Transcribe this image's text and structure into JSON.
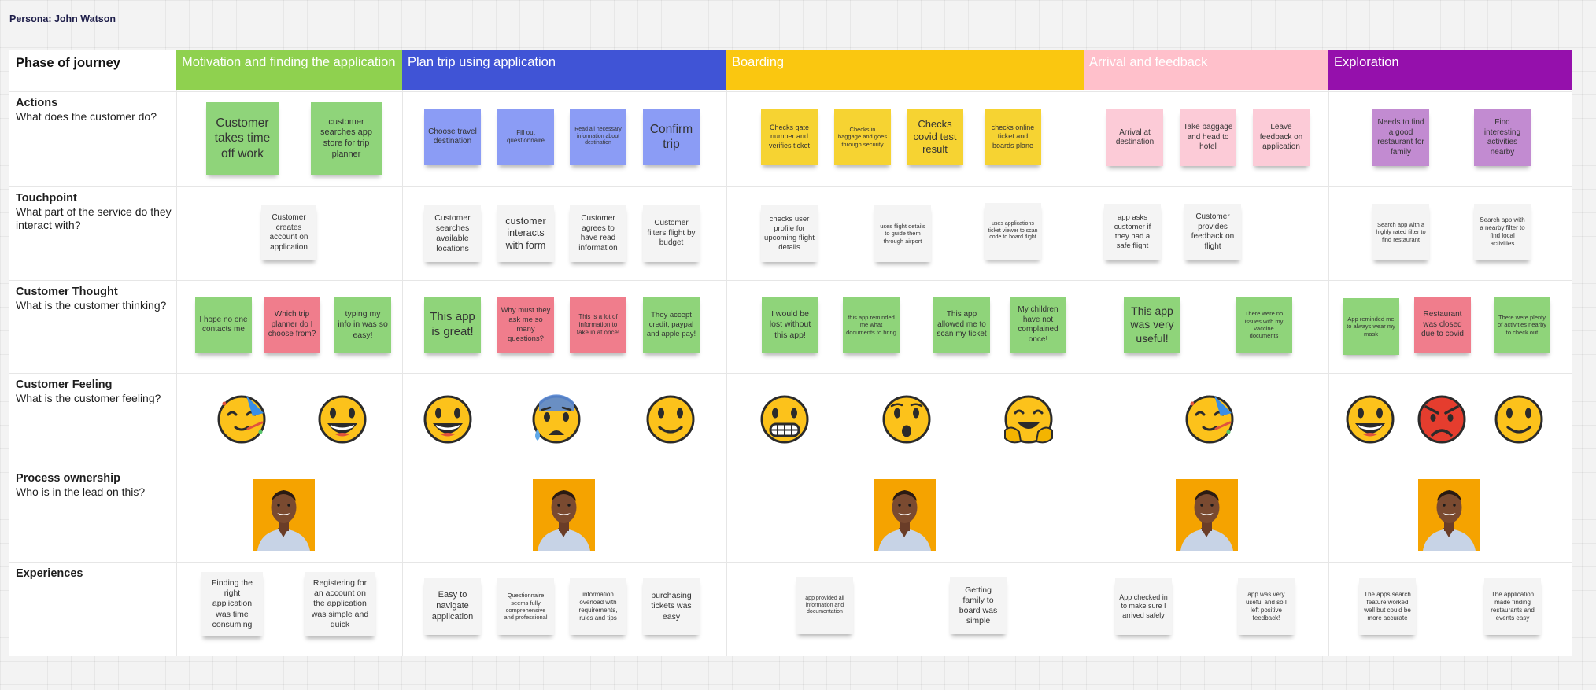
{
  "persona": "Persona: John Watson",
  "row_header": "Phase of journey",
  "phases": [
    {
      "label": "Motivation and finding the application",
      "color": "#8fd14f"
    },
    {
      "label": "Plan trip using application",
      "color": "#4054d6"
    },
    {
      "label": "Boarding",
      "color": "#fac710"
    },
    {
      "label": "Arrival and feedback",
      "color": "#ffc0cb"
    },
    {
      "label": "Exploration",
      "color": "#9510ac"
    }
  ],
  "rows": [
    {
      "title": "Actions",
      "subtitle": "What does the customer do?"
    },
    {
      "title": "Touchpoint",
      "subtitle": "What part of the service do they interact with?"
    },
    {
      "title": "Customer Thought",
      "subtitle": "What is the customer thinking?"
    },
    {
      "title": "Customer Feeling",
      "subtitle": "What is the customer feeling?"
    },
    {
      "title": "Process ownership",
      "subtitle": "Who is in the lead on this?"
    },
    {
      "title": "Experiences",
      "subtitle": ""
    }
  ],
  "colors": {
    "green_note": "#8fd47a",
    "blue_note": "#8b9cf5",
    "yellow_note": "#f6d332",
    "pink_note": "#fccbd7",
    "purple_note": "#c28bd1",
    "red_note": "#f07d8c",
    "gray_note": "#f4f4f4",
    "emoji_face": "#fcc21b"
  },
  "notes": {
    "actions": [
      "Customer takes time off work",
      "customer searches app store for  trip planner",
      "Choose travel destination",
      "Fill out questionnaire",
      "Read all necessary information about destination",
      "Confirm trip",
      "Checks gate number and verifies ticket",
      "Checks in baggage and goes through security",
      "Checks covid test result",
      "checks online ticket and boards plane",
      "Arrival at destination",
      "Take baggage and head to hotel",
      "Leave feedback on application",
      "Needs to find a good restaurant for family",
      "Find interesting activities nearby"
    ],
    "touchpoints": [
      "Customer creates account on application",
      "Customer searches available locations",
      "customer interacts with form",
      "Customer agrees to have read information",
      "Customer filters flight by budget",
      "checks user profile for upcoming flight details",
      "uses flight details to guide them through airport",
      "uses applications ticket viewer to scan code to board flight",
      "app asks customer if they had a safe flight",
      "Customer provides feedback on flight",
      "Search app with a highly rated filter to find restaurant",
      "Search app with a nearby filter to find local activities"
    ],
    "thoughts": [
      "I hope no one contacts me",
      "Which trip planner do I choose from?",
      "typing my info in was so easy!",
      "This app is great!",
      "Why must they ask me so many questions?",
      "This is a lot of information to take in at once!",
      "They accept credit, paypal and apple pay!",
      "I would be lost without this app!",
      "this app reminded me what documents to bring",
      "This app allowed me to scan my ticket",
      "My children have not complained once!",
      "This app was very useful!",
      "There were no issues with my vaccine documents",
      "App reminded me to always wear my mask",
      "Restaurant was closed due to covid",
      "There were plenty of activities nearby to check out"
    ],
    "experiences": [
      "Finding the right application was time consuming",
      "Registering for an account on the application was simple and quick",
      "Easy to navigate application",
      "Questionnaire seems fully comprehensive and professional",
      "information overload with requirements, rules and tips",
      "purchasing tickets was easy",
      "app provided all information and documentation",
      "Getting family to board was simple",
      "App checked in to make sure I arrived safely",
      "app was very useful and so I left positive feedback!",
      "The apps search feature worked well but could be more accurate",
      "The application made finding restaurants and events easy"
    ]
  },
  "feelings": [
    "partying-face",
    "grinning-face",
    "grinning-face",
    "anxious-face-with-sweat",
    "slightly-smiling-face",
    "grimacing-face",
    "hushed-face",
    "smiling-face-with-open-hands",
    "partying-face",
    "grinning-face",
    "angry-face",
    "slightly-smiling-face"
  ],
  "owner": "person-avatar"
}
